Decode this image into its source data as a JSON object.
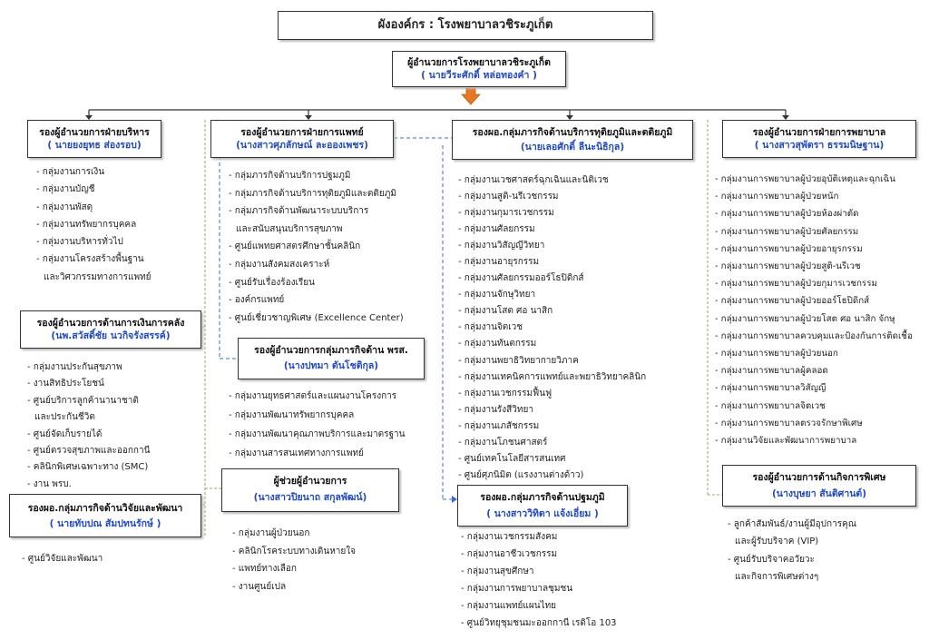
{
  "title": "ผังองค์กร : โรงพยาบาลวชิระภูเก็ต",
  "director": {
    "title": "ผู้อำนวยการโรงพยาบาลวชิระภูเก็ต",
    "name": "( นายวีระศักดิ์ หล่อทองคำ )"
  },
  "admin": {
    "title": "รองผู้อำนวยการฝ่ายบริหาร",
    "name": "( นายยงยุทธ ส่องรอบ)",
    "items": [
      "กลุ่มงานการเงิน",
      "กลุ่มงานบัญชี",
      "กลุ่มงานพัสดุ",
      "กลุ่มงานทรัพยากรบุคคล",
      "กลุ่มงานบริหารทั่วไป",
      "กลุ่มงานโครงสร้างพื้นฐาน",
      "และวิศวกรรมทางการแพทย์"
    ]
  },
  "finance": {
    "title": "รองผู้อำนวยการด้านการเงินการคลัง",
    "name": "(นพ.สวัสดิ์ชัย นวกิจรังสรรค์)",
    "items": [
      "กลุ่มงานประกันสุขภาพ",
      "งานสิทธิประโยชน์",
      "ศูนย์บริการลูกค้านานาชาติ",
      "และประกันชีวิต",
      "ศูนย์จัดเก็บรายได้",
      "ศูนย์ตรวจสุขภาพและออกกานี",
      "คลินิกพิเศษเฉพาะทาง (SMC)",
      "งาน พรบ."
    ]
  },
  "research": {
    "title": "รองผอ.กลุ่มภารกิจด้านวิจัยและพัฒนา",
    "name": "( นายทับปณ สัมปทนรักษ์ )",
    "items": [
      "ศูนย์วิจัยและพัฒนา"
    ]
  },
  "medical": {
    "title": "รองผู้อำนวยการฝ่ายการแพทย์",
    "name": "(นางสาวศุภลักษณ์ ละอองเพชร)",
    "items": [
      "กลุ่มภารกิจด้านบริการปฐมภูมิ",
      "กลุ่มภารกิจด้านบริการทุติยภูมิและตติยภูมิ",
      "กลุ่มภารกิจด้านพัฒนาระบบบริการ",
      "และสนับสนุนบริการสุขภาพ",
      "ศูนย์แพทยศาสตรศึกษาชั้นคลินิก",
      "กลุ่มงานสังคมสงเคราะห์",
      "ศูนย์รับเรื่องร้องเรียน",
      "องค์กรแพทย์",
      "ศูนย์เชี่ยวชาญพิเศษ (Excellence Center)"
    ]
  },
  "hr_mission": {
    "title": "รองผู้อำนวยการกลุ่มภารกิจด้าน พรส.",
    "name": "(นางปทมา ตันโชติกุล)",
    "items": [
      "กลุ่มงานยุทธศาสตร์และแผนงานโครงการ",
      "กลุ่มงานพัฒนาทรัพยากรบุคคล",
      "กลุ่มงานพัฒนาคุณภาพบริการและมาตรฐาน",
      "กลุ่มงานสารสนเทศทางการแพทย์"
    ]
  },
  "assistant": {
    "title": "ผู้ช่วยผู้อำนวยการ",
    "name": "(นางสาวปิยนาถ สกุลพัฒน์)",
    "items": [
      "กลุ่มงานผู้ป่วยนอก",
      "คลินิกโรคระบบทางเดินหายใจ",
      "แพทย์ทางเลือก",
      "งานศูนย์เปล"
    ]
  },
  "secondary": {
    "title": "รองผอ.กลุ่มภารกิจด้านบริการทุติยภูมิและตติยภูมิ",
    "name": "(นายเลอศักดิ์ ลีนะนิธิกุล)",
    "items": [
      "กลุ่มงานเวชศาสตร์ฉุกเฉินและนิติเวช",
      "กลุ่มงานสูติ-นรีเวชกรรม",
      "กลุ่มงานกุมารเวชกรรม",
      "กลุ่มงานศัลยกรรม",
      "กลุ่มงานวิสัญญีวิทยา",
      "กลุ่มงานอายุรกรรม",
      "กลุ่มงานศัลยกรรมออร์โธปิดิกส์",
      "กลุ่มงานจักษุวิทยา",
      "กลุ่มงานโสต ศอ นาสิก",
      "กลุ่มงานจิตเวช",
      "กลุ่มงานทันตกรรม",
      "กลุ่มงานพยาธิวิทยากายวิภาค",
      "กลุ่มงานเทคนิคการแพทย์และพยาธิวิทยาคลินิก",
      "กลุ่มงานเวชกรรมฟื้นฟู",
      "กลุ่มงานรังสีวิทยา",
      "กลุ่มงานเภสัชกรรม",
      "กลุ่มงานโภชนศาสตร์",
      "ศูนย์เทคโนโลยีสารสนเทศ",
      "ศูนย์ศุภนิมิต (แรงงานต่างด้าว)"
    ]
  },
  "primary": {
    "title": "รองผอ.กลุ่มภารกิจด้านปฐมภูมิ",
    "name": "( นางสาววิทิตา แจ้งเอี่ยม )",
    "items": [
      "กลุ่มงานเวชกรรมสังคม",
      "กลุ่มงานอาชีวเวชกรรม",
      "กลุ่มงานสุขศึกษา",
      "กลุ่มงานการพยาบาลชุมชน",
      "กลุ่มงานแพทย์แผนไทย",
      "ศูนย์วิทยุชุมชนมะออกกานี เรดิโอ 103"
    ]
  },
  "nursing": {
    "title": "รองผู้อำนวยการฝ่ายการพยาบาล",
    "name": "( นางสาวสุพัตรา ธรรมนิษฐาน)",
    "items": [
      "กลุ่มงานการพยาบาลผู้ป่วยอุบัติเหตุและฉุกเฉิน",
      "กลุ่มงานการพยาบาลผู้ป่วยหนัก",
      "กลุ่มงานการพยาบาลผู้ป่วยห้องผ่าตัด",
      "กลุ่มงานการพยาบาลผู้ป่วยศัลยกรรม",
      "กลุ่มงานการพยาบาลผู้ป่วยอายุรกรรม",
      "กลุ่มงานการพยาบาลผู้ป่วยสูติ-นรีเวช",
      "กลุ่มงานการพยาบาลผู้ป่วยกุมารเวชกรรม",
      "กลุ่มงานการพยาบาลผู้ป่วยออร์โธปิดิกส์",
      "กลุ่มงานการพยาบาลผู้ป่วยโสต ศอ นาสิก จักษุ",
      "กลุ่มงานการพยาบาลควบคุมและป้องกันการติดเชื้อ",
      "กลุ่มงานการพยาบาลผู้ป่วยนอก",
      "กลุ่มงานการพยาบาลผู้คลอด",
      "กลุ่มงานการพยาบาลวิสัญญี",
      "กลุ่มงานการพยาบาลจิตเวช",
      "กลุ่มงานการพยาบาลตรวจรักษาพิเศษ",
      "กลุ่มงานวิจัยและพัฒนาการพยาบาล"
    ]
  },
  "special": {
    "title": "รองผู้อำนวยการด้านกิจการพิเศษ",
    "name": "(นางบุษยา สันติศานต์)",
    "items": [
      "ลูกค้าสัมพันธ์/งานผู้มีอุปการคุณ",
      "และผู้รับบริจาค (VIP)",
      "ศูนย์รับบริจาคอวัยวะ",
      "และกิจการพิเศษต่างๆ"
    ]
  },
  "colors": {
    "name_blue": "#1f49c8",
    "arrow_orange": "#e87722"
  }
}
